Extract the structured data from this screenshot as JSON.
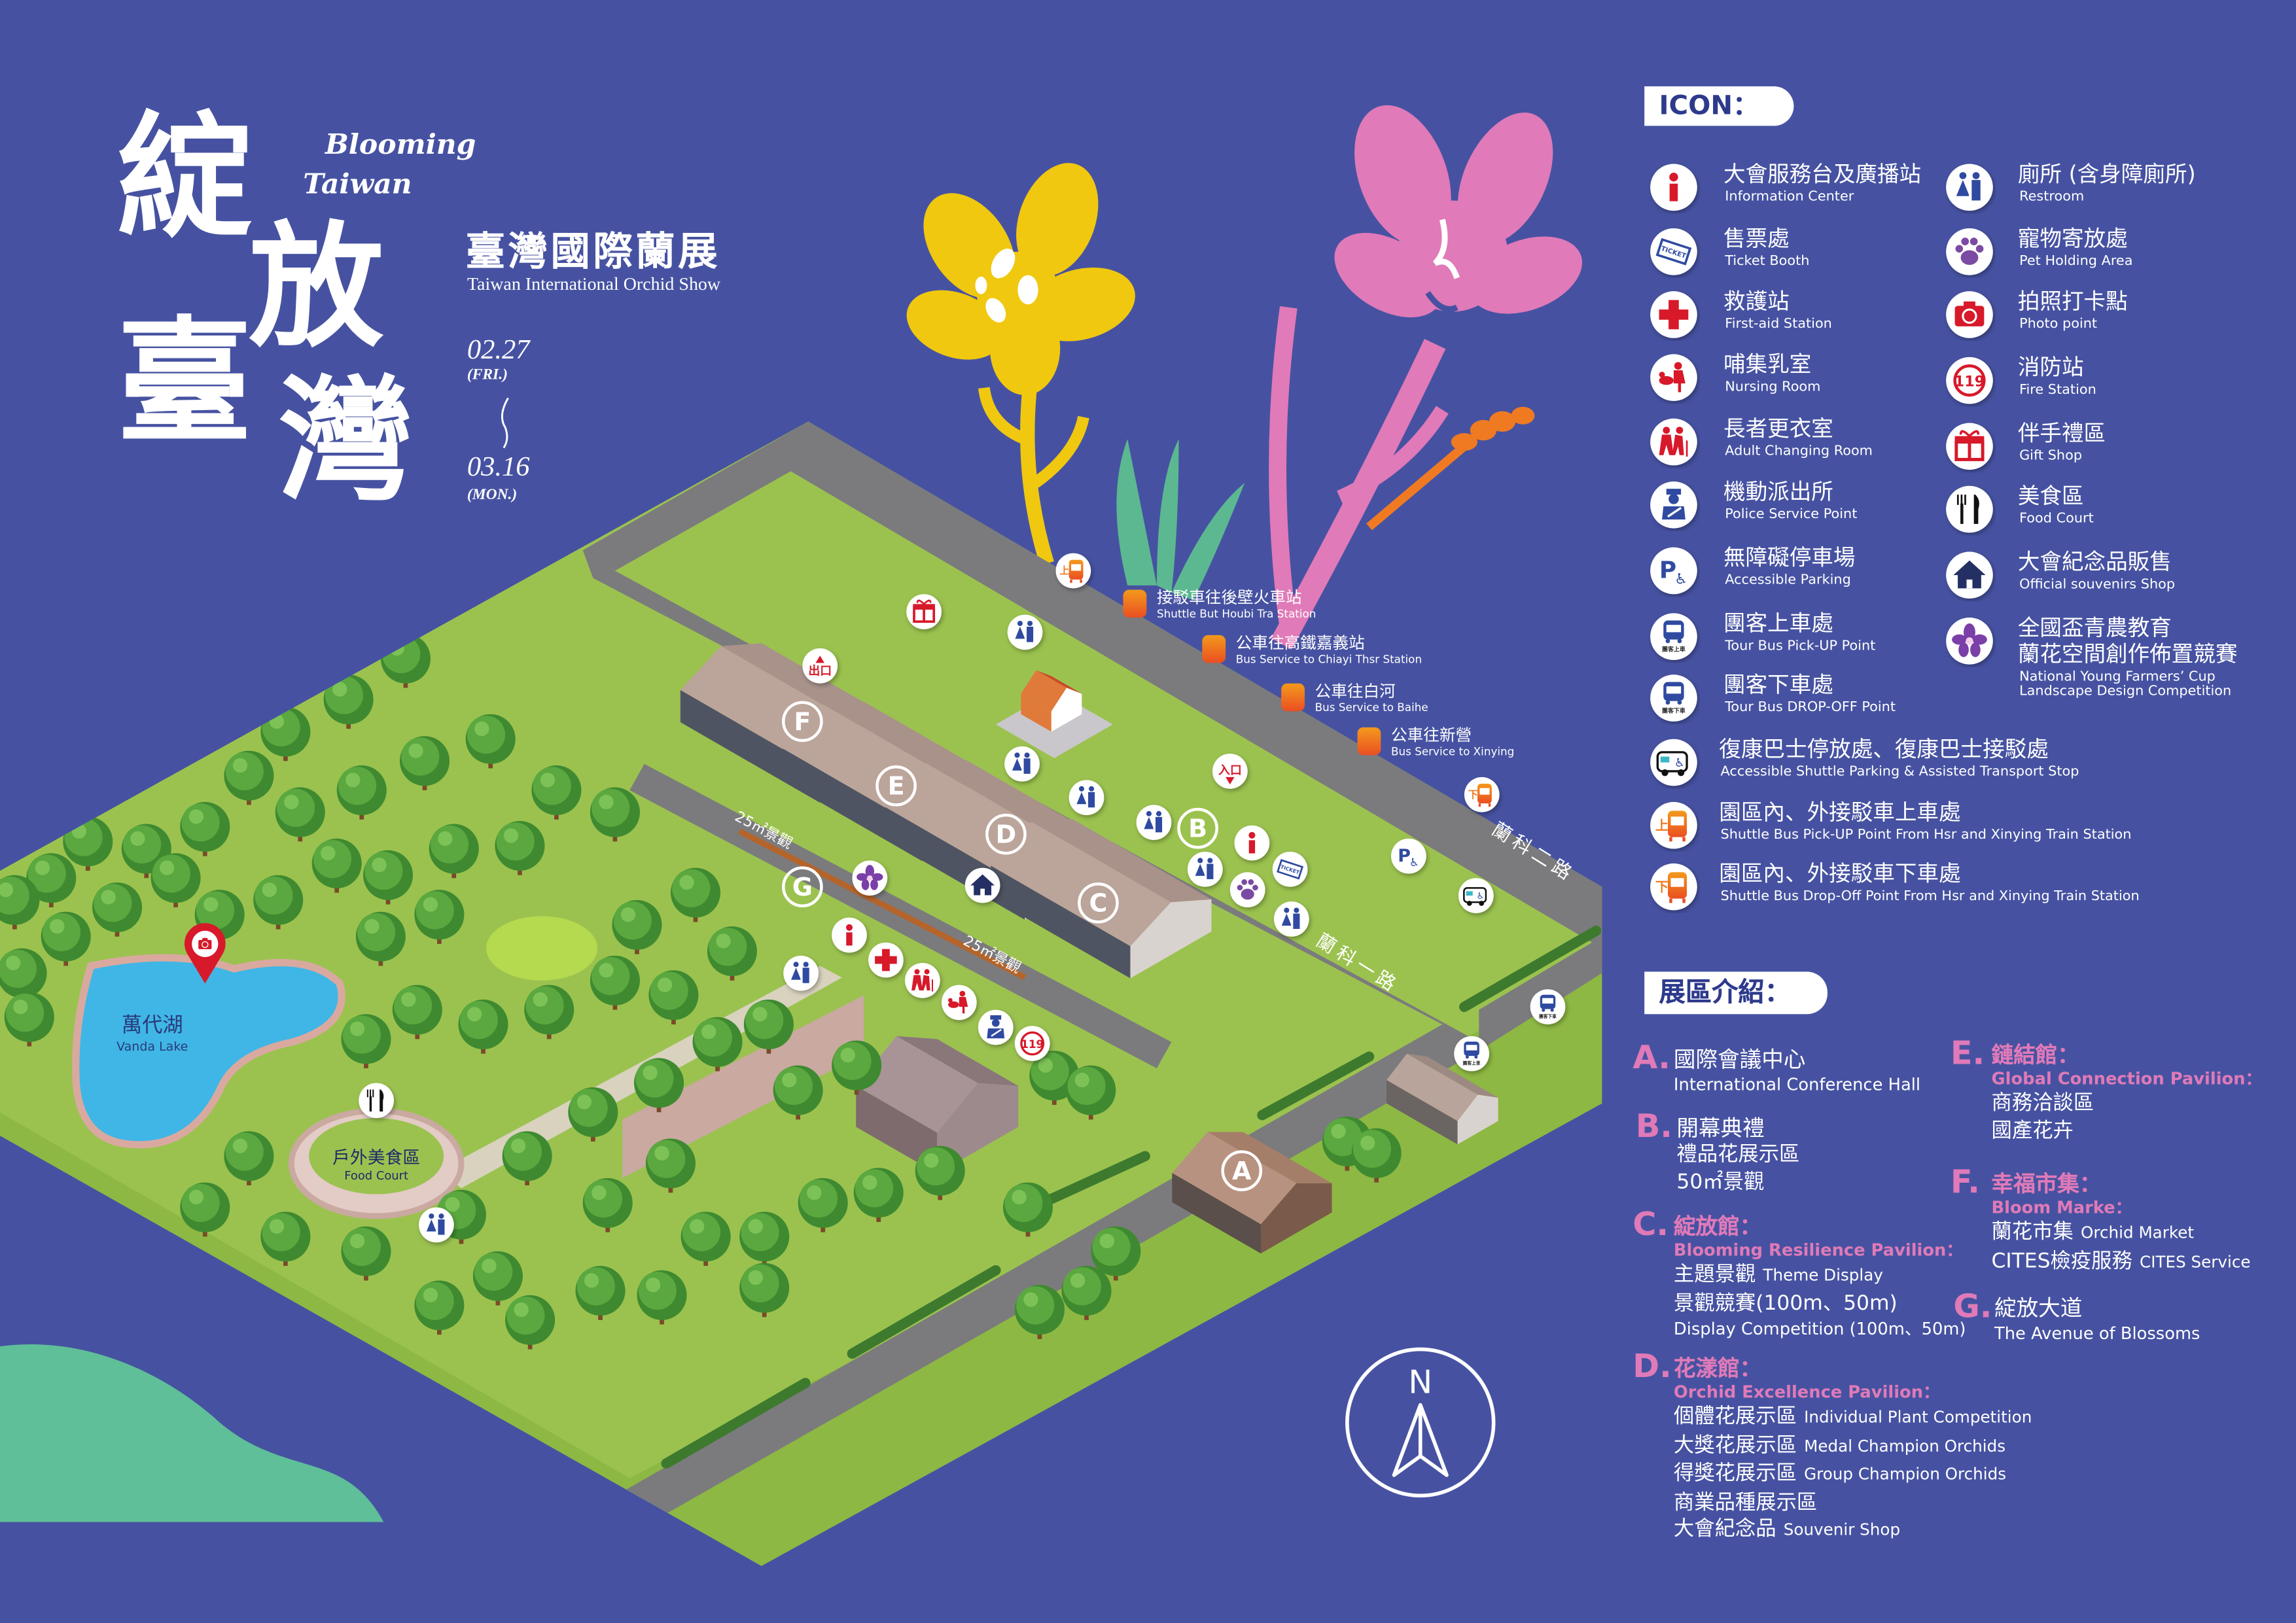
{
  "header": {
    "logo_chars": [
      "綻",
      "放",
      "臺",
      "灣"
    ],
    "en_line1": "Blooming",
    "en_line2": "Taiwan",
    "title_zh": "臺灣國際蘭展",
    "title_en": "Taiwan International Orchid Show",
    "start_date": "02.27",
    "start_day": "(FRI.)",
    "end_date": "03.16",
    "end_day": "(MON.)"
  },
  "icon_text": {
    "pickup": "上",
    "dropoff": "下",
    "tour_up": "團客上車",
    "tour_down": "團客下車",
    "ticket": "TICKET",
    "fire": "119",
    "parking": "P"
  },
  "legend": {
    "heading": "ICON：",
    "left": [
      {
        "icon": "info",
        "zh": "大會服務台及廣播站",
        "en": "Information Center"
      },
      {
        "icon": "ticket",
        "zh": "售票處",
        "en": "Ticket Booth"
      },
      {
        "icon": "firstaid",
        "zh": "救護站",
        "en": "First-aid Station"
      },
      {
        "icon": "nursing",
        "zh": "哺集乳室",
        "en": "Nursing Room"
      },
      {
        "icon": "elder",
        "zh": "長者更衣室",
        "en": "Adult Changing Room"
      },
      {
        "icon": "police",
        "zh": "機動派出所",
        "en": "Police Service Point"
      },
      {
        "icon": "parking",
        "zh": "無障礙停車場",
        "en": "Accessible Parking"
      },
      {
        "icon": "tour_up",
        "zh": "團客上車處",
        "en": "Tour Bus Pick-UP Point"
      },
      {
        "icon": "tour_down",
        "zh": "團客下車處",
        "en": "Tour Bus DROP-OFF Point"
      }
    ],
    "right": [
      {
        "icon": "restroom",
        "zh": "廁所 (含身障廁所)",
        "en": "Restroom"
      },
      {
        "icon": "pet",
        "zh": "寵物寄放處",
        "en": "Pet Holding Area"
      },
      {
        "icon": "camera",
        "zh": "拍照打卡點",
        "en": "Photo point"
      },
      {
        "icon": "fire",
        "zh": "消防站",
        "en": "Fire Station"
      },
      {
        "icon": "gift",
        "zh": "伴手禮區",
        "en": "Gift Shop"
      },
      {
        "icon": "food",
        "zh": "美食區",
        "en": "Food Court"
      },
      {
        "icon": "souvenir",
        "zh": "大會紀念品販售",
        "en": "Official souvenirs Shop"
      },
      {
        "icon": "orchid",
        "zh": "全國盃青農教育",
        "zh2": "蘭花空間創作佈置競賽",
        "en": "National Young Farmers’ Cup",
        "en2": "Landscape Design Competition"
      }
    ],
    "wide": [
      {
        "icon": "shuttle_access",
        "zh": "復康巴士停放處、復康巴士接駁處",
        "en": "Accessible Shuttle Parking & Assisted Transport Stop"
      },
      {
        "icon": "pickup",
        "zh": "園區內、外接駁車上車處",
        "en": "Shuttle Bus Pick-UP Point From Hsr and Xinying Train Station"
      },
      {
        "icon": "dropoff",
        "zh": "園區內、外接駁車下車處",
        "en": "Shuttle Bus Drop-Off Point From Hsr and Xinying Train Station"
      }
    ]
  },
  "zones": {
    "heading": "展區介紹：",
    "items": [
      {
        "letter": "A.",
        "title": "國際會議中心",
        "en": "International Conference Hall",
        "lines": []
      },
      {
        "letter": "B.",
        "title": "開幕典禮",
        "lines": [
          {
            "zh": "禮品花展示區"
          },
          {
            "zh": "50㎡景觀"
          }
        ]
      },
      {
        "letter": "C.",
        "title": "綻放館：",
        "sub": "Blooming Resilience Pavilion：",
        "lines": [
          {
            "zh": "主題景觀",
            "en": "Theme Display"
          },
          {
            "zh": "景觀競賽(100m、50m)"
          }
        ],
        "en": "Display Competition (100m、50m)"
      },
      {
        "letter": "D.",
        "title": "花漾館：",
        "sub": "Orchid Excellence Pavilion：",
        "lines": [
          {
            "zh": "個體花展示區",
            "en": "Individual Plant Competition"
          },
          {
            "zh": "大獎花展示區",
            "en": "Medal Champion Orchids"
          },
          {
            "zh": "得獎花展示區",
            "en": "Group Champion Orchids"
          },
          {
            "zh": "商業品種展示區"
          },
          {
            "zh": "大會紀念品",
            "en": "Souvenir Shop"
          }
        ]
      },
      {
        "letter": "E.",
        "title": "鏈結館：",
        "sub": "Global Connection Pavilion：",
        "lines": [
          {
            "zh": "商務洽談區"
          },
          {
            "zh": "國產花卉"
          }
        ]
      },
      {
        "letter": "F.",
        "title": "幸福市集：",
        "sub": "Bloom Marke：",
        "lines": [
          {
            "zh": "蘭花市集",
            "en": "Orchid Market"
          },
          {
            "zh": "CITES檢疫服務",
            "en": "CITES Service"
          }
        ]
      },
      {
        "letter": "G.",
        "title": "綻放大道",
        "en": "The Avenue of Blossoms",
        "lines": []
      }
    ]
  },
  "map": {
    "zone_markers": [
      "A",
      "B",
      "C",
      "D",
      "E",
      "F",
      "G"
    ],
    "exit": "出口",
    "entrance": "入口",
    "avenue_label": "25㎡景觀",
    "roads": [
      "蘭科一路",
      "蘭科二路"
    ],
    "lake": {
      "zh": "萬代湖",
      "en": "Vanda Lake"
    },
    "food_court": {
      "zh": "戶外美食區",
      "en": "Food Court"
    },
    "bus_stops": [
      {
        "zh": "接駁車往後壁火車站",
        "en": "Shuttle But Houbi Tra Station"
      },
      {
        "zh": "公車往高鐵嘉義站",
        "en": "Bus Service to Chiayi Thsr Station"
      },
      {
        "zh": "公車往白河",
        "en": "Bus Service to Baihe"
      },
      {
        "zh": "公車往新營",
        "en": "Bus Service to Xinying"
      }
    ],
    "compass": "N"
  },
  "colors": {
    "background": "#4652a1",
    "grass": "#9bc24f",
    "road": "#7b7b7d",
    "accent_pink": "#e07ab8",
    "flower_yellow": "#f0c80f",
    "tree": "#4f9b3a",
    "lake": "#3fb6e6",
    "marker_red": "#d7192a",
    "bus_orange": "#f07a22"
  }
}
